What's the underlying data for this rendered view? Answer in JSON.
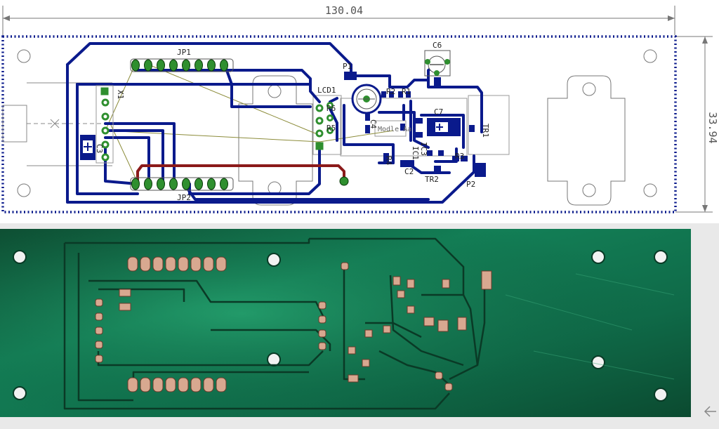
{
  "dimensions": {
    "width_label": "130.04",
    "height_label": "33.94"
  },
  "layout_labels": {
    "jp1": "JP1",
    "jp2": "JP2",
    "x1": "X1",
    "c3": "C3",
    "lcd1": "LCD1",
    "r6": "R6",
    "r5": "R5",
    "p1": "P1",
    "p2": "P2",
    "c6": "C6",
    "c4": "C4",
    "c7": "C7",
    "c2": "C2",
    "ic3": "IC3",
    "ic1": "IC1",
    "r4": "R4",
    "r3": "R3",
    "r2": "R2",
    "r1": "R1",
    "tr1": "TR1",
    "tr2": "TR2",
    "module_text": "Modle Aa"
  },
  "colors": {
    "copper_trace": "#0a1a8c",
    "red_trace": "#8b1a1a",
    "pad_green": "#2f8f2f",
    "board_green": "#0f5a3a",
    "dotted_border": "#0a1a8c"
  },
  "icons": {
    "back": "arrow-left-icon"
  }
}
